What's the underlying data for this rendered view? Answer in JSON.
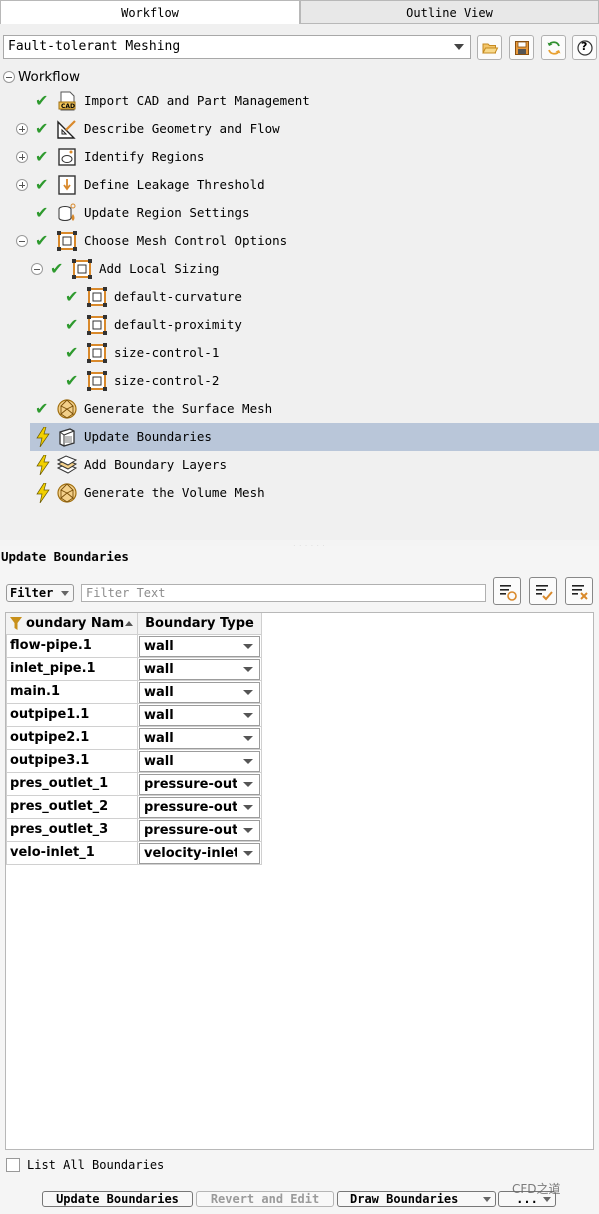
{
  "tabs": [
    {
      "label": "Workflow",
      "active": true
    },
    {
      "label": "Outline View",
      "active": false
    }
  ],
  "workflow_select": {
    "value": "Fault-tolerant Meshing"
  },
  "toolbar": {
    "icons": [
      "folder-open-icon",
      "save-icon",
      "refresh-icon",
      "help-icon"
    ],
    "help_label": "?"
  },
  "tree": {
    "root": "Workflow",
    "items": [
      {
        "label": "Import CAD and Part Management",
        "status": "done",
        "icon": "cad-icon",
        "expander": null
      },
      {
        "label": "Describe Geometry and Flow",
        "status": "done",
        "icon": "geometry-icon",
        "expander": "plus"
      },
      {
        "label": "Identify Regions",
        "status": "done",
        "icon": "region-icon",
        "expander": "plus"
      },
      {
        "label": "Define Leakage Threshold",
        "status": "done",
        "icon": "leakage-icon",
        "expander": "plus"
      },
      {
        "label": "Update Region Settings",
        "status": "done",
        "icon": "region-settings-icon",
        "expander": null
      },
      {
        "label": "Choose Mesh Control Options",
        "status": "done",
        "icon": "mesh-control-icon",
        "expander": "minus"
      },
      {
        "label": "Add Local Sizing",
        "status": "done",
        "icon": "sizing-icon",
        "expander": "minus"
      },
      {
        "label": "default-curvature",
        "status": "done",
        "icon": "sizing-icon",
        "expander": null
      },
      {
        "label": "default-proximity",
        "status": "done",
        "icon": "sizing-icon",
        "expander": null
      },
      {
        "label": "size-control-1",
        "status": "done",
        "icon": "sizing-icon",
        "expander": null
      },
      {
        "label": "size-control-2",
        "status": "done",
        "icon": "sizing-icon",
        "expander": null
      },
      {
        "label": "Generate the Surface Mesh",
        "status": "done",
        "icon": "surface-mesh-icon",
        "expander": null
      },
      {
        "label": "Update Boundaries",
        "status": "pending",
        "icon": "boundaries-icon",
        "expander": null,
        "selected": true
      },
      {
        "label": "Add Boundary Layers",
        "status": "pending",
        "icon": "boundary-layers-icon",
        "expander": null
      },
      {
        "label": "Generate the Volume Mesh",
        "status": "pending",
        "icon": "volume-mesh-icon",
        "expander": null
      }
    ]
  },
  "panel": {
    "title": "Update Boundaries",
    "filter_label": "Filter",
    "filter_placeholder": "Filter Text",
    "filter_value": "",
    "filter_buttons": [
      "filter-settings-icon",
      "filter-apply-icon",
      "filter-clear-icon"
    ],
    "table": {
      "columns": [
        "oundary Nam",
        "Boundary Type"
      ],
      "rows": [
        {
          "name": "flow-pipe.1",
          "type": "wall"
        },
        {
          "name": "inlet_pipe.1",
          "type": "wall"
        },
        {
          "name": "main.1",
          "type": "wall"
        },
        {
          "name": "outpipe1.1",
          "type": "wall"
        },
        {
          "name": "outpipe2.1",
          "type": "wall"
        },
        {
          "name": "outpipe3.1",
          "type": "wall"
        },
        {
          "name": "pres_outlet_1",
          "type": "pressure-outlet"
        },
        {
          "name": "pres_outlet_2",
          "type": "pressure-outlet"
        },
        {
          "name": "pres_outlet_3",
          "type": "pressure-outlet"
        },
        {
          "name": "velo-inlet_1",
          "type": "velocity-inlet"
        }
      ]
    },
    "list_all_label": "List All Boundaries",
    "list_all_checked": false,
    "buttons": {
      "update": "Update Boundaries",
      "revert": "Revert and Edit",
      "draw": "Draw Boundaries",
      "more": "..."
    }
  },
  "watermark": "CFD之道",
  "colors": {
    "check": "#2e9a2e",
    "selected_row": "#b9c6d9",
    "bolt": "#f2d000",
    "icon_orange": "#d9892b"
  }
}
